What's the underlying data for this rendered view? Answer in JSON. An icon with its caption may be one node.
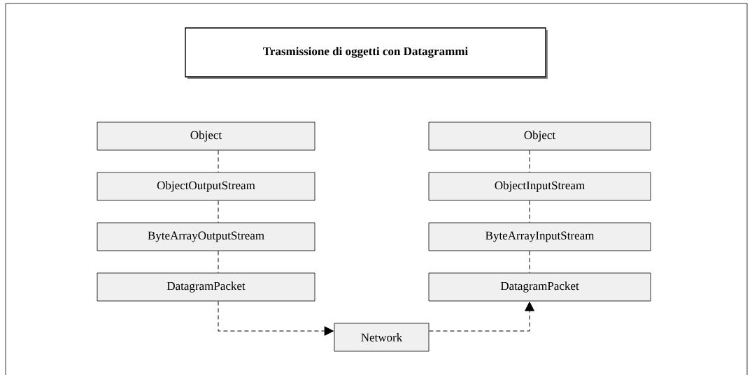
{
  "diagram": {
    "title": "Trasmissione di oggetti con Datagrammi",
    "nodes": [
      {
        "text": [
          "Object"
        ]
      },
      {
        "text": [
          "ObjectOutputStream"
        ]
      },
      {
        "text": [
          "ByteArrayOutputStream"
        ]
      },
      {
        "text": [
          "DatagramPacket"
        ]
      },
      {
        "text": [
          "Object"
        ]
      },
      {
        "text": [
          "ObjectInputStream"
        ]
      },
      {
        "text": [
          "ByteArrayInputStream"
        ]
      },
      {
        "text": [
          "DatagramPacket"
        ]
      },
      {
        "text": [
          "Network"
        ]
      }
    ],
    "edges": [
      {
        "from": 0,
        "to": 1,
        "arrow": "none",
        "style": "dashed"
      },
      {
        "from": 1,
        "to": 2,
        "arrow": "none",
        "style": "dashed"
      },
      {
        "from": 2,
        "to": 3,
        "arrow": "none",
        "style": "dashed"
      },
      {
        "from": 3,
        "to": 8,
        "arrow": "to",
        "style": "dashed"
      },
      {
        "from": 8,
        "to": 7,
        "arrow": "to",
        "style": "dashed"
      },
      {
        "from": 4,
        "to": 5,
        "arrow": "none",
        "style": "dashed"
      },
      {
        "from": 5,
        "to": 6,
        "arrow": "none",
        "style": "dashed"
      },
      {
        "from": 6,
        "to": 7,
        "arrow": "none",
        "style": "dashed"
      }
    ]
  }
}
